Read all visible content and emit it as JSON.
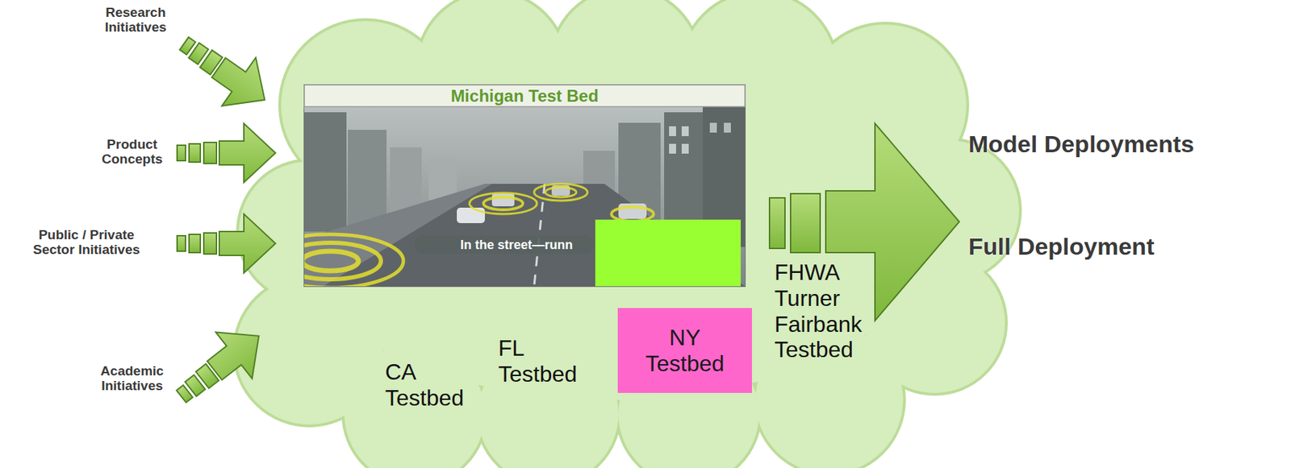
{
  "diagram": {
    "nodes": [
      {
        "text": [
          "Michigan Test Bed",
          "In the street—runn"
        ]
      },
      {
        "text": [
          "NY Testbed"
        ]
      }
    ],
    "labels": [
      "Research Initiatives",
      "Product Concepts",
      "Public / Private Sector Initiatives",
      "Academic Initiatives",
      "CA Testbed",
      "FL Testbed",
      "FHWA Turner Fairbank Testbed",
      "Model Deployments",
      "Full Deployment"
    ]
  }
}
